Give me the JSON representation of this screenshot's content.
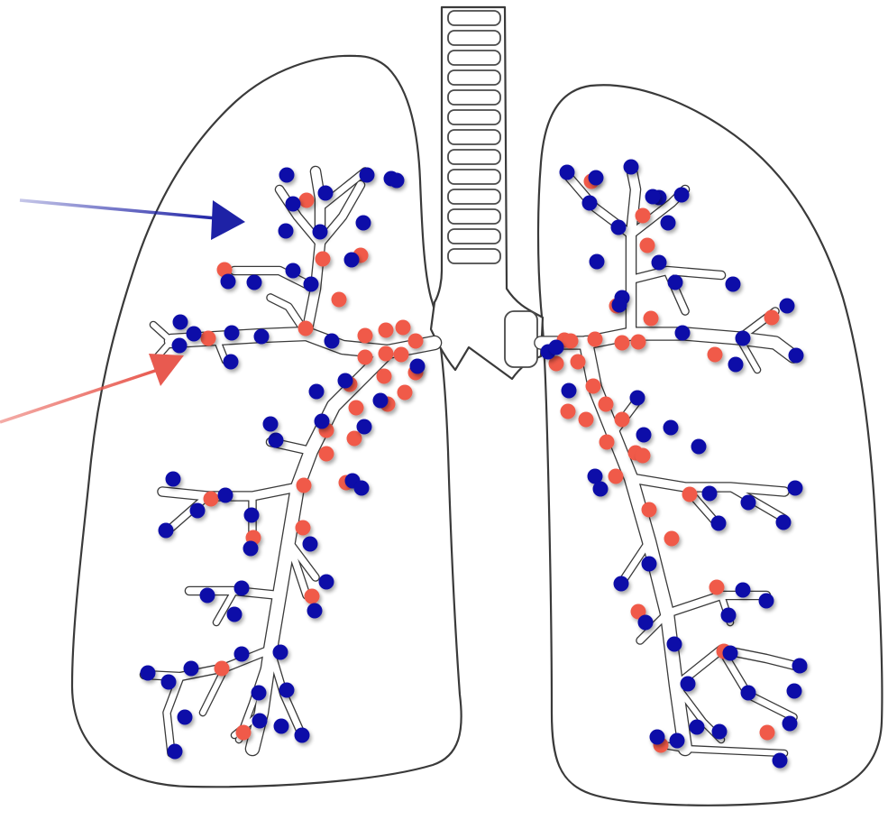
{
  "diagram": {
    "colors": {
      "outline": "#3a3a3a",
      "blue_dot": "#0a0aa8",
      "red_dot": "#f05a4a",
      "blue_arrow": "#1e22a6",
      "red_arrow": "#e85a50",
      "background": "#ffffff"
    },
    "parts": [
      "trachea",
      "right-lung",
      "left-lung",
      "bronchial-tree"
    ],
    "markers": {
      "blue_dots": 108,
      "red_dots": 62
    },
    "arrows": [
      "blue-arrow",
      "red-arrow"
    ]
  }
}
